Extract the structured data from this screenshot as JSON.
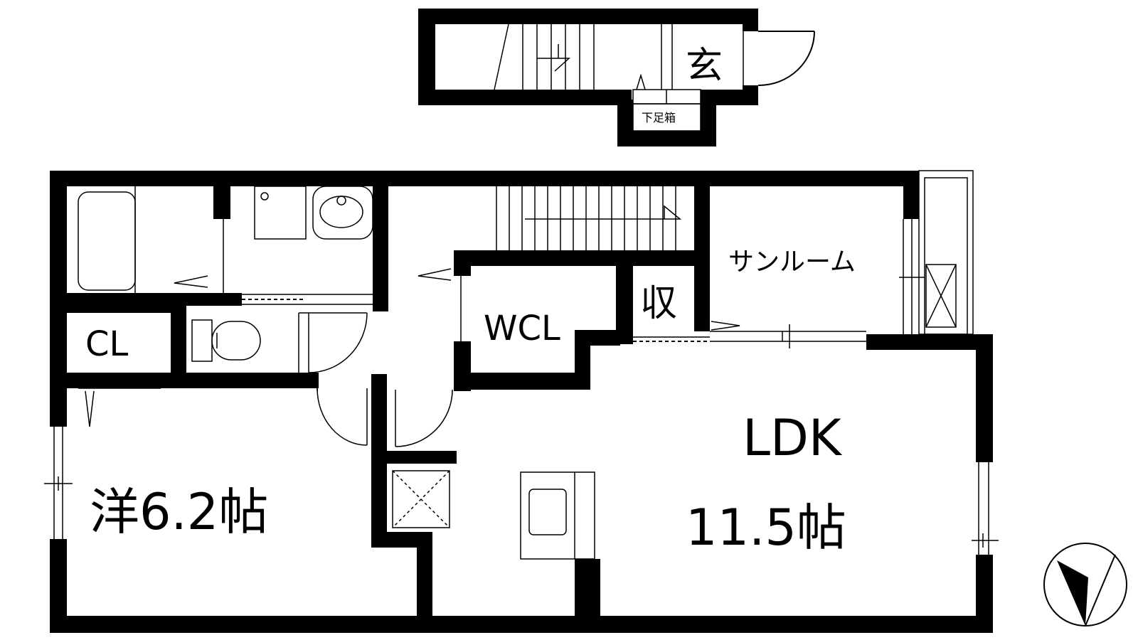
{
  "rooms": {
    "entrance": "玄",
    "shoe_box": "下足箱",
    "sunroom": "サンルーム",
    "storage": "収",
    "wcl": "WCL",
    "closet": "CL",
    "western_room": "洋6.2帖",
    "ldk_name": "LDK",
    "ldk_size": "11.5帖"
  },
  "compass": {
    "direction": "north"
  }
}
